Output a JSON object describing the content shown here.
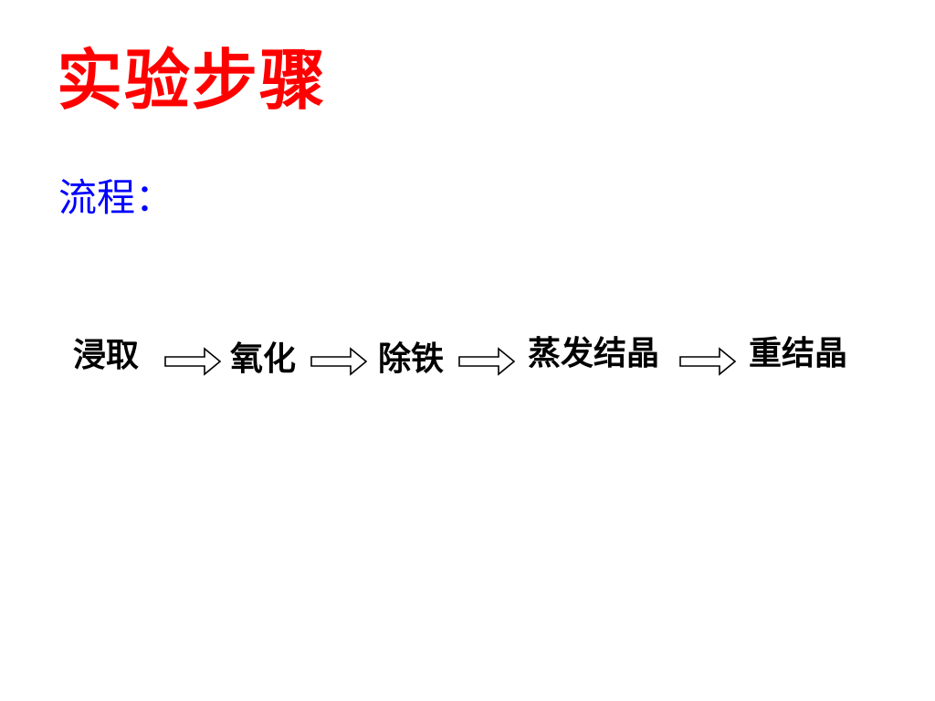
{
  "title": "实验步骤",
  "subtitle": "流程：",
  "steps": [
    "浸取",
    "氧化",
    "除铁",
    "蒸发结晶",
    "重结晶"
  ],
  "colors": {
    "title": "#ff0000",
    "subtitle": "#0000ff",
    "steps": "#000000",
    "arrow_stroke": "#000000",
    "background": "#ffffff"
  }
}
